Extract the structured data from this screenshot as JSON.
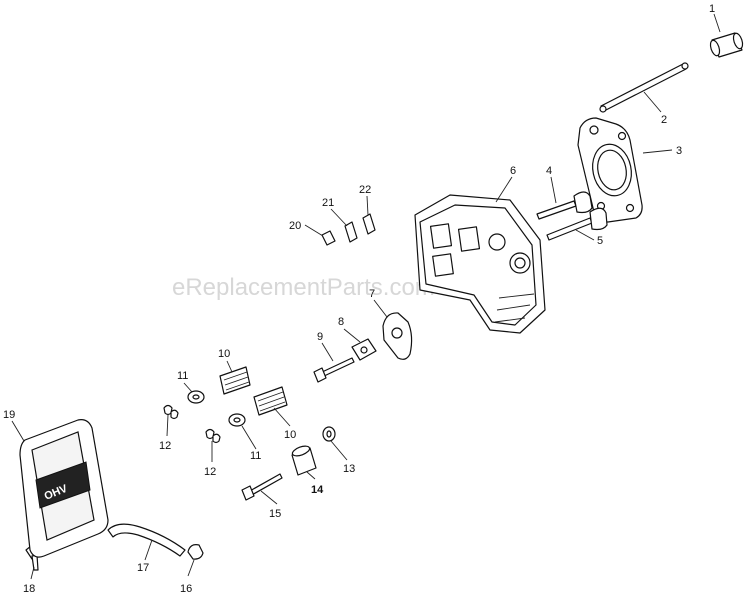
{
  "watermark": "eReplacementParts.com",
  "cover_badge": "OHV",
  "callouts": [
    {
      "id": "1",
      "text": "1"
    },
    {
      "id": "2",
      "text": "2"
    },
    {
      "id": "3",
      "text": "3"
    },
    {
      "id": "4",
      "text": "4"
    },
    {
      "id": "5",
      "text": "5"
    },
    {
      "id": "6",
      "text": "6"
    },
    {
      "id": "7",
      "text": "7"
    },
    {
      "id": "8",
      "text": "8"
    },
    {
      "id": "9",
      "text": "9"
    },
    {
      "id": "10a",
      "text": "10"
    },
    {
      "id": "10b",
      "text": "10"
    },
    {
      "id": "11a",
      "text": "11"
    },
    {
      "id": "11b",
      "text": "11"
    },
    {
      "id": "12a",
      "text": "12"
    },
    {
      "id": "12b",
      "text": "12"
    },
    {
      "id": "13",
      "text": "13"
    },
    {
      "id": "14",
      "text": "14"
    },
    {
      "id": "15",
      "text": "15"
    },
    {
      "id": "16",
      "text": "16"
    },
    {
      "id": "17",
      "text": "17"
    },
    {
      "id": "18",
      "text": "18"
    },
    {
      "id": "19",
      "text": "19"
    },
    {
      "id": "20",
      "text": "20"
    },
    {
      "id": "21",
      "text": "21"
    },
    {
      "id": "22",
      "text": "22"
    }
  ]
}
